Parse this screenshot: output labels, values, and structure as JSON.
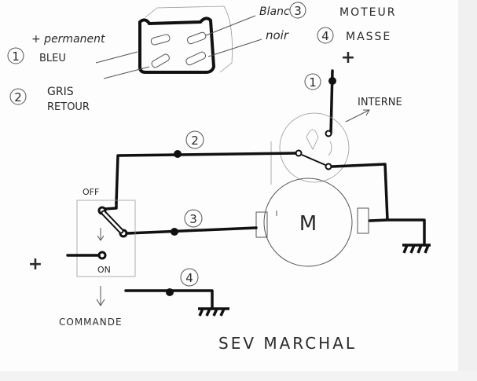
{
  "legend": {
    "wire1": {
      "number": "1",
      "note": "+ permanent",
      "color": "BLEU"
    },
    "wire2": {
      "number": "2",
      "color": "GRIS",
      "note": "RETOUR"
    },
    "wire3": {
      "number": "3",
      "color": "Blanc",
      "note": "MOTEUR"
    },
    "wire4": {
      "number": "4",
      "color": "noir",
      "note": "MASSE"
    }
  },
  "diagram": {
    "plus_top": "+",
    "plus_left": "+",
    "internal_label": "INTERNE",
    "motor_label": "M",
    "switch_off": "OFF",
    "switch_on": "ON",
    "command_label": "COMMANDE",
    "node_labels": [
      "1",
      "2",
      "3",
      "4"
    ],
    "title": "SEV MARCHAL"
  }
}
